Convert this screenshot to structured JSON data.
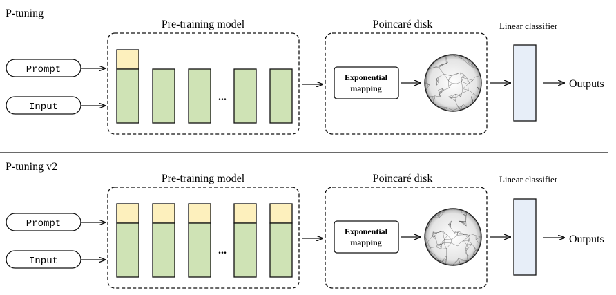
{
  "labels": {
    "prompt": "Prompt",
    "input": "Input",
    "pretrain": "Pre-training model",
    "poincare": "Poincaré disk",
    "exp_line1": "Exponential",
    "exp_line2": "mapping",
    "linear": "Linear classifier",
    "outputs": "Outputs",
    "ellipsis": "..."
  },
  "sections": [
    {
      "title": "P-tuning",
      "prompt_layers": [
        true,
        false,
        false,
        false,
        false
      ]
    },
    {
      "title": "P-tuning v2",
      "prompt_layers": [
        true,
        true,
        true,
        true,
        true
      ]
    }
  ],
  "colors": {
    "layer_fill": "#cfe3b5",
    "prompt_fill": "#fdf0bd",
    "classifier_fill": "#e7eef8",
    "stroke": "#111111"
  }
}
